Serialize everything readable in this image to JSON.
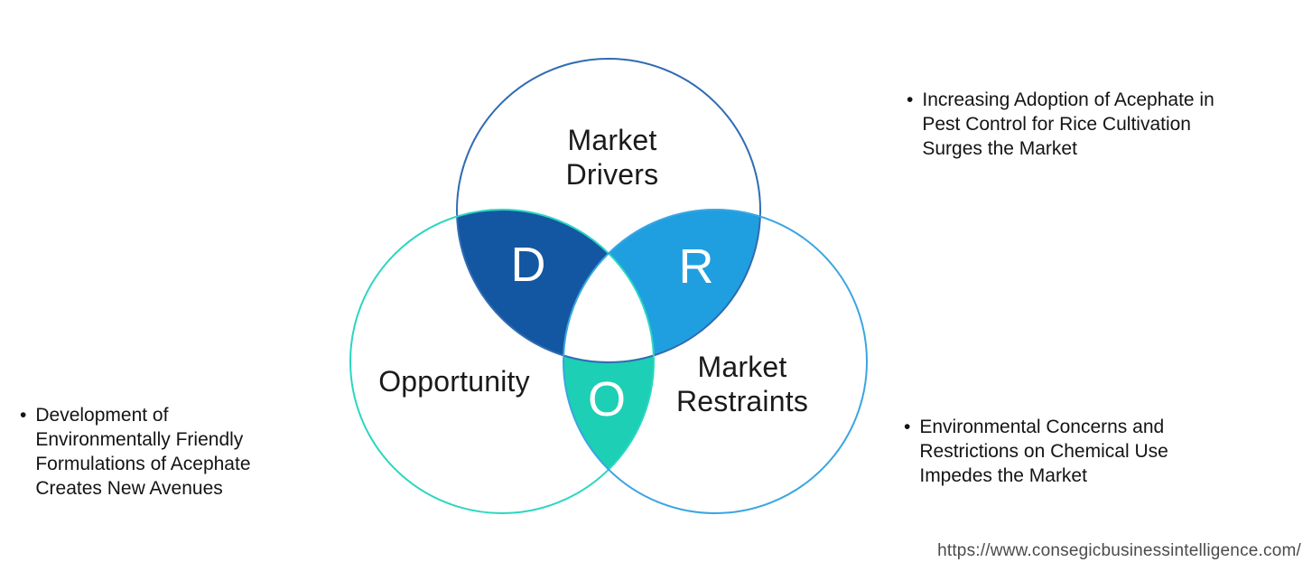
{
  "diagram": {
    "circles": {
      "drivers": {
        "label": "Market Drivers",
        "outline_color": "#2F6BB3"
      },
      "opportunity": {
        "label": "Opportunity",
        "outline_color": "#2BD6C0"
      },
      "restraints": {
        "label": "Market Restraints",
        "outline_color": "#3AA5E2"
      }
    },
    "overlaps": {
      "drivers_opportunity": {
        "letter": "D",
        "fill_color": "#1357A3"
      },
      "drivers_restraints": {
        "letter": "R",
        "fill_color": "#209FE0"
      },
      "opportunity_restraints": {
        "letter": "O",
        "fill_color": "#1DCFB5"
      }
    }
  },
  "notes": {
    "drivers": {
      "bullet": "•",
      "text": "Increasing Adoption of Acephate in Pest Control for Rice Cultivation Surges the Market"
    },
    "opportunity": {
      "bullet": "•",
      "text": "Development of Environmentally Friendly Formulations of Acephate Creates New Avenues"
    },
    "restraints": {
      "bullet": "•",
      "text": "Environmental Concerns and Restrictions on Chemical Use Impedes the Market"
    }
  },
  "footer": {
    "url": "https://www.consegicbusinessintelligence.com/"
  }
}
